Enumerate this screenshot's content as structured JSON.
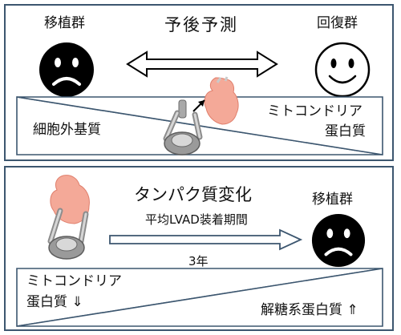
{
  "top_panel": {
    "left_group_label": "移植群",
    "center_label": "予後予測",
    "right_group_label": "回復群",
    "wedge_left_label": "細胞外基質",
    "wedge_right_label_line1": "ミトコンドリア",
    "wedge_right_label_line2": "蛋白質"
  },
  "bottom_panel": {
    "title": "タンパク質変化",
    "arrow_label": "平均LVAD装着期間",
    "duration_label": "3年",
    "right_group_label": "移植群",
    "wedge_left_label_line1": "ミトコンドリア",
    "wedge_left_label_line2": "蛋白質 ⇓",
    "wedge_right_label": "解糖系蛋白質 ⇑"
  },
  "colors": {
    "border": "#3c566f",
    "heart": "#f4a998",
    "device": "#9a9a9a"
  }
}
